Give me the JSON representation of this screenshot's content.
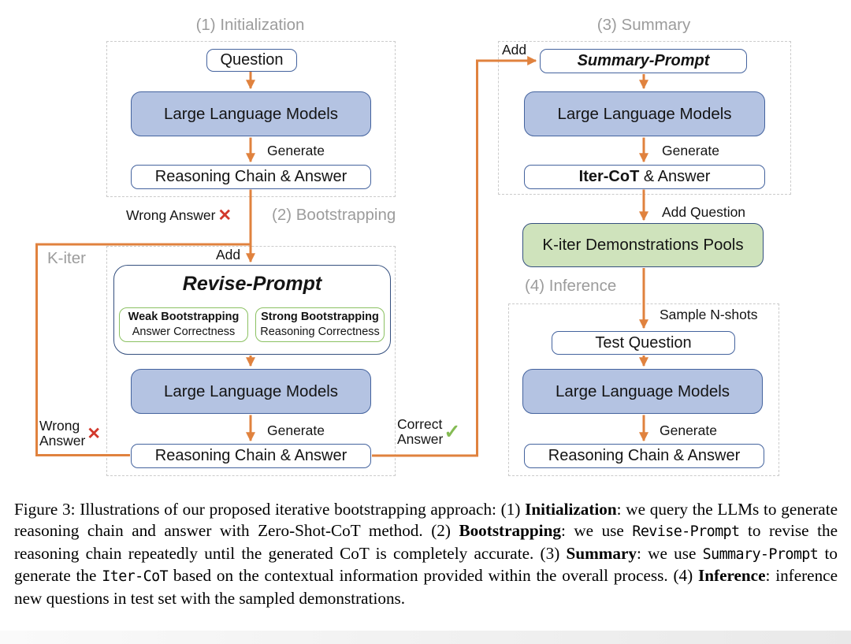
{
  "figure": {
    "colors": {
      "arrow": "#E0823E",
      "blue_fill": "#B4C3E2",
      "blue_border": "#44639E",
      "dark_border": "#35507F",
      "green_fill": "#CFE3BC",
      "green_border": "#8BC162",
      "gray_title": "#9C9C9C",
      "dash": "#CBCBCB",
      "red_x": "#D2382C",
      "green_check": "#84BB53"
    },
    "sections": {
      "init": {
        "title": "(1) Initialization",
        "question": "Question",
        "llm": "Large Language Models",
        "generate": "Generate",
        "rca": "Reasoning Chain & Answer"
      },
      "boot": {
        "title": "(2) Bootstrapping",
        "add": "Add",
        "prompt": "Revise-Prompt",
        "weak_title": "Weak Bootstrapping",
        "weak_sub": "Answer Correctness",
        "strong_title": "Strong Bootstrapping",
        "strong_sub": "Reasoning Correctness",
        "llm": "Large Language Models",
        "generate": "Generate",
        "rca": "Reasoning Chain & Answer"
      },
      "summary": {
        "title": "(3) Summary",
        "add": "Add",
        "prompt": "Summary-Prompt",
        "llm": "Large Language Models",
        "generate": "Generate",
        "iter_cot": "Iter-CoT",
        "answer_suffix": " & Answer"
      },
      "pools": {
        "add_question": "Add Question",
        "label": "K-iter Demonstrations Pools"
      },
      "inference": {
        "title": "(4) Inference",
        "sample": "Sample N-shots",
        "test_question": "Test Question",
        "llm": "Large Language Models",
        "generate": "Generate",
        "rca": "Reasoning Chain & Answer"
      }
    },
    "edges": {
      "wrong_answer": "Wrong Answer",
      "wrong": "Wrong",
      "answer": "Answer",
      "correct": "Correct",
      "k_iter": "K-iter",
      "x_mark": "✕",
      "check_mark": "✓"
    }
  },
  "caption": {
    "parts": [
      {
        "t": "Figure 3: Illustrations of our proposed iterative bootstrapping approach: (1) ",
        "s": "n"
      },
      {
        "t": "Initialization",
        "s": "b"
      },
      {
        "t": ": we query the LLMs to generate reasoning chain and answer with Zero-Shot-CoT method. (2) ",
        "s": "n"
      },
      {
        "t": "Bootstrapping",
        "s": "b"
      },
      {
        "t": ": we use ",
        "s": "n"
      },
      {
        "t": "Revise-Prompt",
        "s": "m"
      },
      {
        "t": " to revise the reasoning chain repeatedly until the generated CoT is completely accurate. (3) ",
        "s": "n"
      },
      {
        "t": "Summary",
        "s": "b"
      },
      {
        "t": ": we use ",
        "s": "n"
      },
      {
        "t": "Summary-Prompt",
        "s": "m"
      },
      {
        "t": " to generate the ",
        "s": "n"
      },
      {
        "t": "Iter-CoT",
        "s": "m"
      },
      {
        "t": " based on the contextual information provided within the overall process. (4) ",
        "s": "n"
      },
      {
        "t": "Inference",
        "s": "b"
      },
      {
        "t": ": inference new questions in test set with the sampled demonstrations.",
        "s": "n"
      }
    ]
  }
}
